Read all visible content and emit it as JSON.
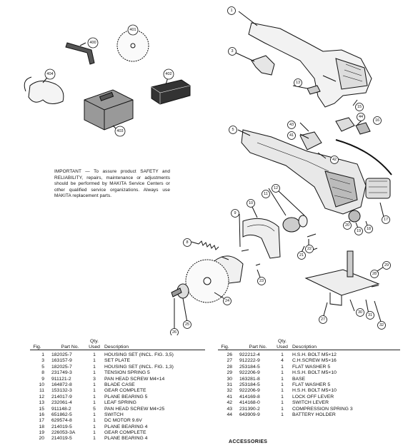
{
  "important_note": "IMPORTANT — To assure product SAFETY and RELIABILITY, repairs, maintenance or adjustments should be performed by MAKITA Service Centers or other qualified service organizations. Always use MAKITA replacement parts.",
  "table": {
    "headers": {
      "fig": "Fig.",
      "part_no": "Part No.",
      "qty": "Qty. Used",
      "description": "Description"
    },
    "left_rows": [
      {
        "fig": "1",
        "part": "182025-7",
        "qty": "1",
        "desc": "HOUSING SET (INCL. FIG. 3,5)"
      },
      {
        "fig": "3",
        "part": "163157-9",
        "qty": "1",
        "desc": "SET PLATE"
      },
      {
        "fig": "5",
        "part": "182025-7",
        "qty": "1",
        "desc": "HOUSING SET (INCL. FIG. 1,3)"
      },
      {
        "fig": "8",
        "part": "231749-3",
        "qty": "1",
        "desc": "TENSION SPRING 5"
      },
      {
        "fig": "9",
        "part": "911121-2",
        "qty": "3",
        "desc": "PAN HEAD SCREW M4×14"
      },
      {
        "fig": "10",
        "part": "164872-8",
        "qty": "1",
        "desc": "BLADE CASE"
      },
      {
        "fig": "11",
        "part": "153132-3",
        "qty": "1",
        "desc": "GEAR COMPLETE"
      },
      {
        "fig": "12",
        "part": "214017-9",
        "qty": "1",
        "desc": "PLANE BEARING 5"
      },
      {
        "fig": "13",
        "part": "232061-4",
        "qty": "1",
        "desc": "LEAF SPRING"
      },
      {
        "fig": "15",
        "part": "911148-2",
        "qty": "5",
        "desc": "PAN HEAD SCREW M4×25"
      },
      {
        "fig": "16",
        "part": "651862-5",
        "qty": "1",
        "desc": "SWITCH"
      },
      {
        "fig": "17",
        "part": "629574-8",
        "qty": "1",
        "desc": "DC MOTOR 9.6V"
      },
      {
        "fig": "18",
        "part": "214019-5",
        "qty": "1",
        "desc": "PLANE BEARING 4"
      },
      {
        "fig": "19",
        "part": "226053-3A",
        "qty": "1",
        "desc": "GEAR COMPLETE"
      },
      {
        "fig": "20",
        "part": "214019-5",
        "qty": "1",
        "desc": "PLANE BEARING 4"
      }
    ],
    "right_rows": [
      {
        "fig": "26",
        "part": "922212-4",
        "qty": "1",
        "desc": "H.S.H. BOLT M5×12"
      },
      {
        "fig": "27",
        "part": "912222-9",
        "qty": "4",
        "desc": "C.H.SCREW M5×16"
      },
      {
        "fig": "28",
        "part": "253184-5",
        "qty": "1",
        "desc": "FLAT WASHER 5"
      },
      {
        "fig": "29",
        "part": "922206-9",
        "qty": "1",
        "desc": "H.S.H. BOLT M5×10"
      },
      {
        "fig": "30",
        "part": "163281-8",
        "qty": "1",
        "desc": "BASE"
      },
      {
        "fig": "31",
        "part": "253184-5",
        "qty": "1",
        "desc": "FLAT WASHER 5"
      },
      {
        "fig": "32",
        "part": "922206-9",
        "qty": "1",
        "desc": "H.S.H. BOLT M5×10"
      },
      {
        "fig": "41",
        "part": "414169-8",
        "qty": "1",
        "desc": "LOCK OFF LEVER"
      },
      {
        "fig": "42",
        "part": "414168-0",
        "qty": "1",
        "desc": "SWITCH LEVER"
      },
      {
        "fig": "43",
        "part": "231390-2",
        "qty": "1",
        "desc": "COMPRESSION SPRING 3"
      },
      {
        "fig": "44",
        "part": "643909-9",
        "qty": "1",
        "desc": "BATTERY HOLDER"
      }
    ]
  },
  "accessories_label": "ACCESSORIES",
  "callouts": [
    "1",
    "3",
    "400",
    "401",
    "402",
    "403",
    "404",
    "5",
    "8",
    "9",
    "10",
    "11",
    "12",
    "13",
    "15",
    "16",
    "17",
    "18",
    "19",
    "20",
    "21",
    "22",
    "23",
    "24",
    "25",
    "26",
    "27",
    "28",
    "29",
    "30",
    "31",
    "32",
    "41",
    "42",
    "43",
    "44"
  ]
}
